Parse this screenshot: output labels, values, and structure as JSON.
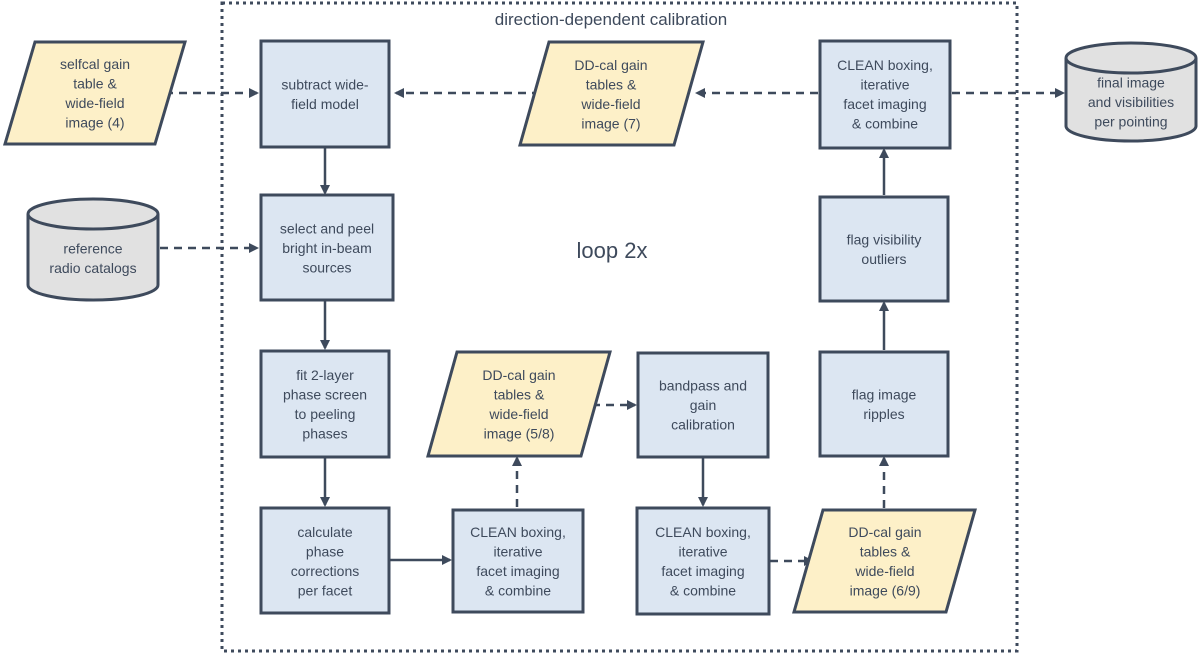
{
  "title": "direction-dependent calibration",
  "loop_label": "loop 2x",
  "nodes": {
    "selfcal_input": [
      "selfcal gain",
      "table &",
      "wide-field",
      "image (4)"
    ],
    "reference_catalogs": [
      "reference",
      "radio catalogs"
    ],
    "final_output": [
      "final image",
      "and visibilities",
      "per pointing"
    ],
    "subtract_model": [
      "subtract wide-",
      "field model"
    ],
    "select_peel": [
      "select and peel",
      "bright in-beam",
      "sources"
    ],
    "fit_phase_screen": [
      "fit 2-layer",
      "phase screen",
      "to peeling",
      "phases"
    ],
    "calc_phase_corr": [
      "calculate",
      "phase",
      "corrections",
      "per facet"
    ],
    "clean_imaging_1": [
      "CLEAN boxing,",
      "iterative",
      "facet imaging",
      "& combine"
    ],
    "ddcal_5_8": [
      "DD-cal gain",
      "tables &",
      "wide-field",
      "image (5/8)"
    ],
    "bandpass_gain": [
      "bandpass and",
      "gain",
      "calibration"
    ],
    "clean_imaging_2": [
      "CLEAN boxing,",
      "iterative",
      "facet imaging",
      "& combine"
    ],
    "ddcal_6_9": [
      "DD-cal gain",
      "tables &",
      "wide-field",
      "image (6/9)"
    ],
    "flag_ripples": [
      "flag image",
      "ripples"
    ],
    "flag_outliers": [
      "flag visibility",
      "outliers"
    ],
    "clean_imaging_3": [
      "CLEAN boxing,",
      "iterative",
      "facet imaging",
      "& combine"
    ],
    "ddcal_7": [
      "DD-cal gain",
      "tables &",
      "wide-field",
      "image (7)"
    ]
  },
  "colors": {
    "process_fill": "#dce6f2",
    "data_fill": "#fdf0c8",
    "database_fill": "#e1e1e1",
    "stroke": "#3e4a5c",
    "text": "#3e4a5c"
  }
}
